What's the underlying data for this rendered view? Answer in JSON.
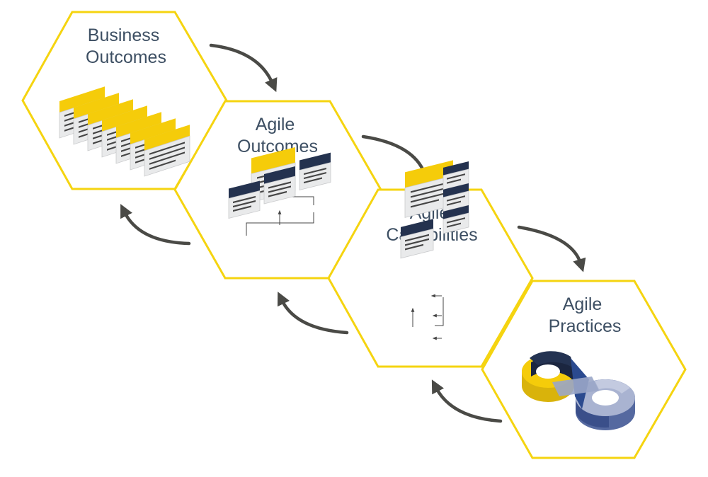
{
  "steps": [
    {
      "id": "business-outcomes",
      "title_lines": [
        "Business",
        "Outcomes"
      ]
    },
    {
      "id": "agile-outcomes",
      "title_lines": [
        "Agile",
        "Outcomes"
      ]
    },
    {
      "id": "agile-capabilities",
      "title_lines": [
        "Agile",
        "Capabilities"
      ]
    },
    {
      "id": "agile-practices",
      "title_lines": [
        "Agile",
        "Practices"
      ]
    }
  ],
  "colors": {
    "hex_border": "#f5d410",
    "title_text": "#3d4f63",
    "arrow": "#4a4a46",
    "card_yellow": "#f5cc0a",
    "card_navy": "#24324f"
  },
  "icons": [
    "stacked-cards-icon",
    "card-hierarchy-icon",
    "capability-tree-icon",
    "infinity-loop-icon"
  ]
}
